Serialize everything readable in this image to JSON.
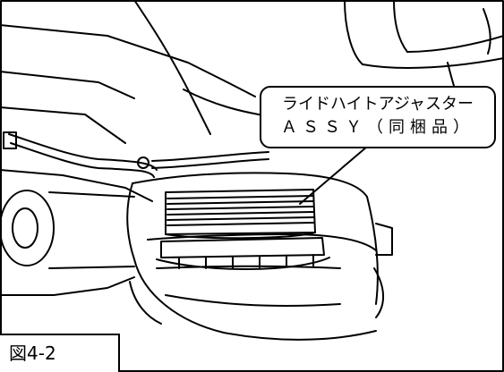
{
  "figure": {
    "label": "図4-2"
  },
  "callout": {
    "line1": "ライドハイトアジャスター",
    "line2": "ＡＳＳＹ（同梱品）"
  }
}
